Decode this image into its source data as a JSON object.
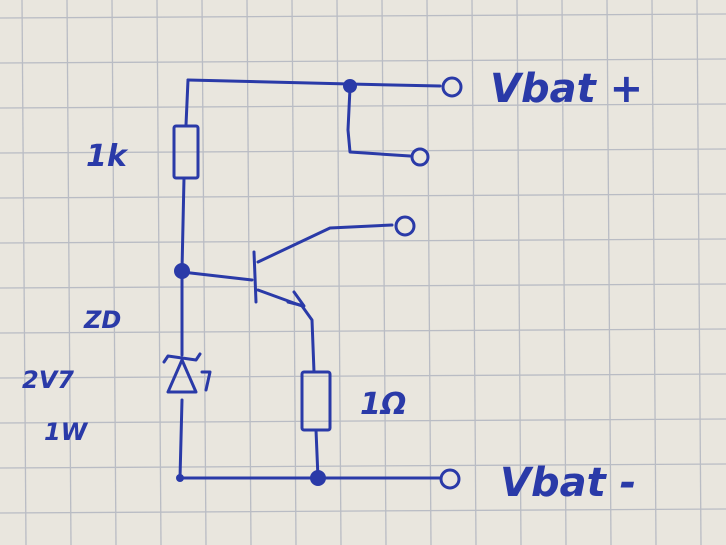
{
  "labels": {
    "vbat_plus": "Vbat +",
    "vbat_minus": "Vbat -",
    "resistor_top": "1k",
    "resistor_bottom": "1Ω",
    "zener_name": "ZD",
    "zener_voltage": "2V7",
    "zener_power": "1W"
  },
  "colors": {
    "ink": "#2a3aa8",
    "paper": "#e9e6de",
    "grid": "#b9bcc4"
  }
}
